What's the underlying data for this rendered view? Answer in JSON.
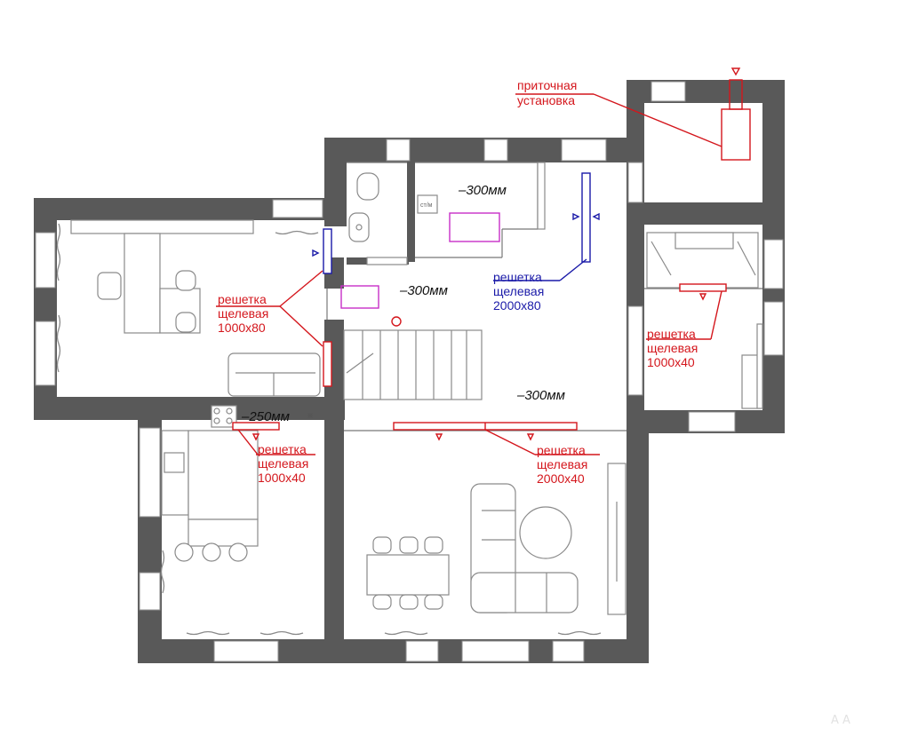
{
  "labels": {
    "supply_unit": [
      "приточная",
      "установка"
    ],
    "grille_office": [
      "решетка",
      "щелевая",
      "1000x80"
    ],
    "grille_hall": [
      "решетка",
      "щелевая",
      "2000x80"
    ],
    "grille_bedroom": [
      "решетка",
      "щелевая",
      "1000x40"
    ],
    "grille_kitchen": [
      "решетка",
      "щелевая",
      "1000x40"
    ],
    "grille_living": [
      "решетка",
      "щелевая",
      "2000x40"
    ]
  },
  "dimensions": {
    "bath": "–300мм",
    "corridor": "–300мм",
    "hall": "–300мм",
    "kitchen": "–250мм"
  },
  "small_text": {
    "cabinet_mark": "ст/м"
  },
  "watermark": "А А",
  "colors": {
    "wall": "#595959",
    "supply_red": "#d4161c",
    "return_blue": "#1a1aa8",
    "magenta": "#c82fc8",
    "furniture": "#8a8a8a"
  }
}
